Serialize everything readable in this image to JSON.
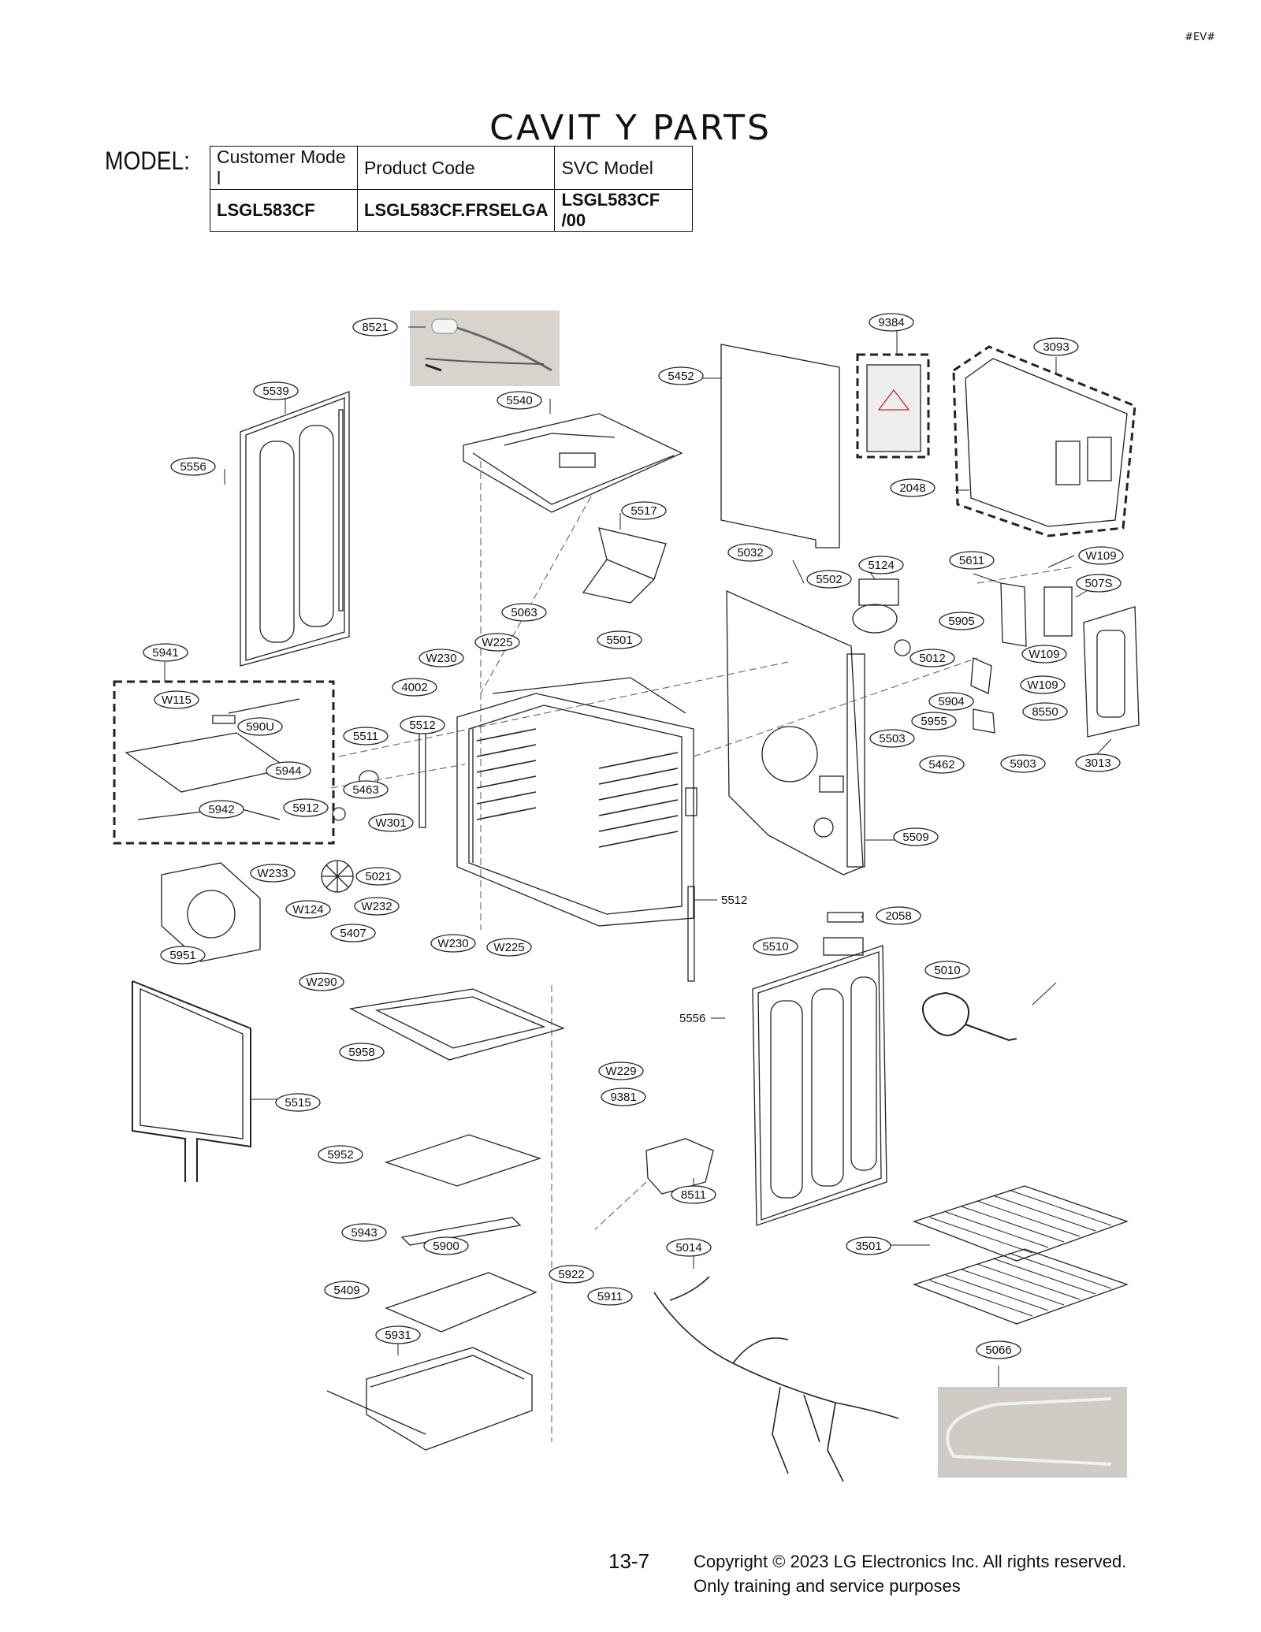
{
  "page_tag": "#EV#",
  "title": "CAVIT Y PARTS",
  "model_label": "MODEL:",
  "model_table": {
    "headers": [
      "Customer Mode  l",
      "Product Code",
      "SVC Model"
    ],
    "values": [
      "LSGL583CF",
      "LSGL583CF.FRSELGA",
      "LSGL583CF  /00"
    ]
  },
  "callouts": {
    "c8521": "8521",
    "c5539": "5539",
    "c5556a": "5556",
    "c5540": "5540",
    "c5452": "5452",
    "c9384": "9384",
    "c3093": "3093",
    "c2048": "2048",
    "c5517": "5517",
    "c5032": "5032",
    "c5502": "5502",
    "c5124": "5124",
    "c5611": "5611",
    "cW109a": "W109",
    "c507S": "507S",
    "c5941": "5941",
    "c5063": "5063",
    "cW225a": "W225",
    "c5501": "5501",
    "cW230a": "W230",
    "c5905": "5905",
    "c5012": "5012",
    "cW109b": "W109",
    "cW109c": "W109",
    "cW115": "W115",
    "c590U": "590U",
    "c4002": "4002",
    "c5512a": "5512",
    "c5511": "5511",
    "c5904": "5904",
    "c8550": "8550",
    "c5955": "5955",
    "c5503": "5503",
    "c5944": "5944",
    "c5463": "5463",
    "c5462": "5462",
    "c5903": "5903",
    "c3013": "3013",
    "c5942": "5942",
    "c5912": "5912",
    "cW301": "W301",
    "c5509": "5509",
    "cW233": "W233",
    "c5021": "5021",
    "cW124": "W124",
    "cW232": "W232",
    "c5407": "5407",
    "c5512b": "5512",
    "c2058": "2058",
    "c5951": "5951",
    "cW230b": "W230",
    "cW225b": "W225",
    "c5510": "5510",
    "c5010": "5010",
    "cW290": "W290",
    "c5556b": "5556",
    "c5958": "5958",
    "cW229": "W229",
    "c9381": "9381",
    "c5515": "5515",
    "c5952": "5952",
    "c8511": "8511",
    "c5943": "5943",
    "c5900": "5900",
    "c3501": "3501",
    "c5014": "5014",
    "c5922": "5922",
    "c5409": "5409",
    "c5911": "5911",
    "c5931": "5931",
    "c5066": "5066"
  },
  "page_number": "13-7",
  "copyright_lines": [
    "Copyright © 2023 LG Electronics Inc. All rights reserved.",
    "Only training and service purposes"
  ]
}
